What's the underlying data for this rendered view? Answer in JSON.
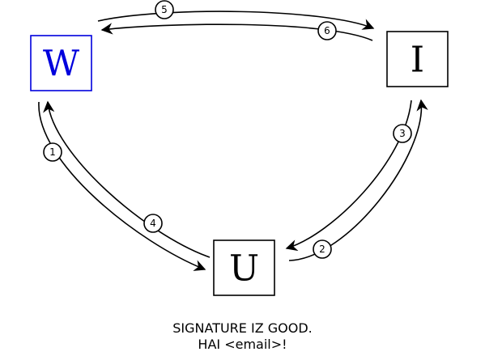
{
  "nodes": {
    "w": {
      "label": "W",
      "color": "#0000dd"
    },
    "i": {
      "label": "I",
      "color": "#000000"
    },
    "u": {
      "label": "U",
      "color": "#000000"
    }
  },
  "edges": [
    {
      "step": "1",
      "from": "W",
      "to": "U"
    },
    {
      "step": "2",
      "from": "U",
      "to": "I"
    },
    {
      "step": "3",
      "from": "I",
      "to": "U"
    },
    {
      "step": "4",
      "from": "U",
      "to": "W"
    },
    {
      "step": "5",
      "from": "W",
      "to": "I"
    },
    {
      "step": "6",
      "from": "I",
      "to": "W"
    }
  ],
  "caption": {
    "line1": "SIGNATURE IZ GOOD.",
    "line2": "HAI <email>!"
  }
}
